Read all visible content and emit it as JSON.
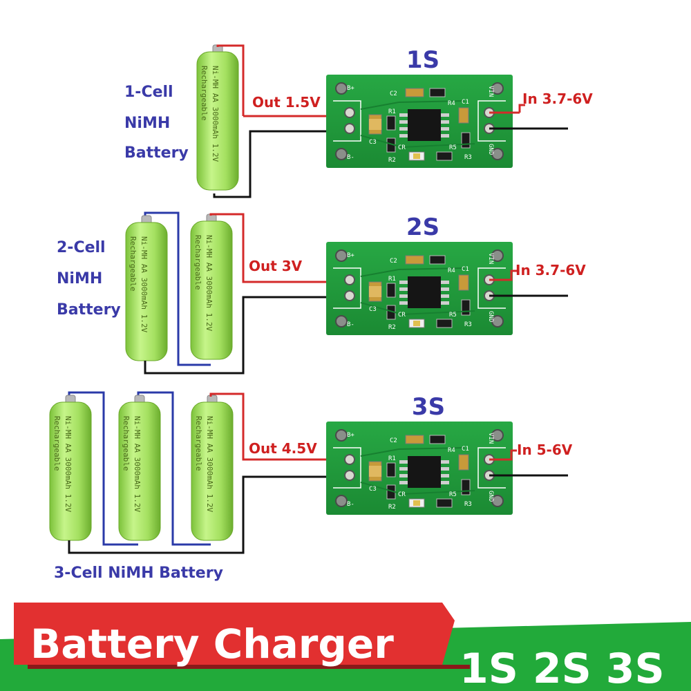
{
  "sections": [
    {
      "title": "1S",
      "battery_label": [
        "1-Cell",
        "NiMH",
        "Battery"
      ],
      "output": "Out 1.5V",
      "input": "In 3.7-6V"
    },
    {
      "title": "2S",
      "battery_label": [
        "2-Cell",
        "NiMH",
        "Battery"
      ],
      "output": "Out 3V",
      "input": "In 3.7-6V"
    },
    {
      "title": "3S",
      "battery_label": [
        "3-Cell NiMH Battery"
      ],
      "output": "Out 4.5V",
      "input": "In 5-6V"
    }
  ],
  "battery_print": {
    "line1": "Ni-MH AA 3000mAh 1.2V",
    "line2": "Rechargeable"
  },
  "pcb": {
    "b_plus": "B+",
    "b_minus": "B-",
    "vin": "VIN",
    "gnd": "GND",
    "c1": "C1",
    "c2": "C2",
    "c3": "C3",
    "r1": "R1",
    "r2": "R2",
    "r3": "R3",
    "r4": "R4",
    "r5": "R5",
    "cr": "CR"
  },
  "banner": {
    "title": "Battery Charger",
    "subtitle": "1S 2S 3S"
  },
  "colors": {
    "pcb_green": "#1f9a3a",
    "battery_green": "#a8e868",
    "wire_red": "#d42a2a",
    "wire_blue": "#2a3aa8",
    "wire_black": "#111111",
    "banner_red": "#e23030",
    "banner_green": "#22aa3a"
  }
}
